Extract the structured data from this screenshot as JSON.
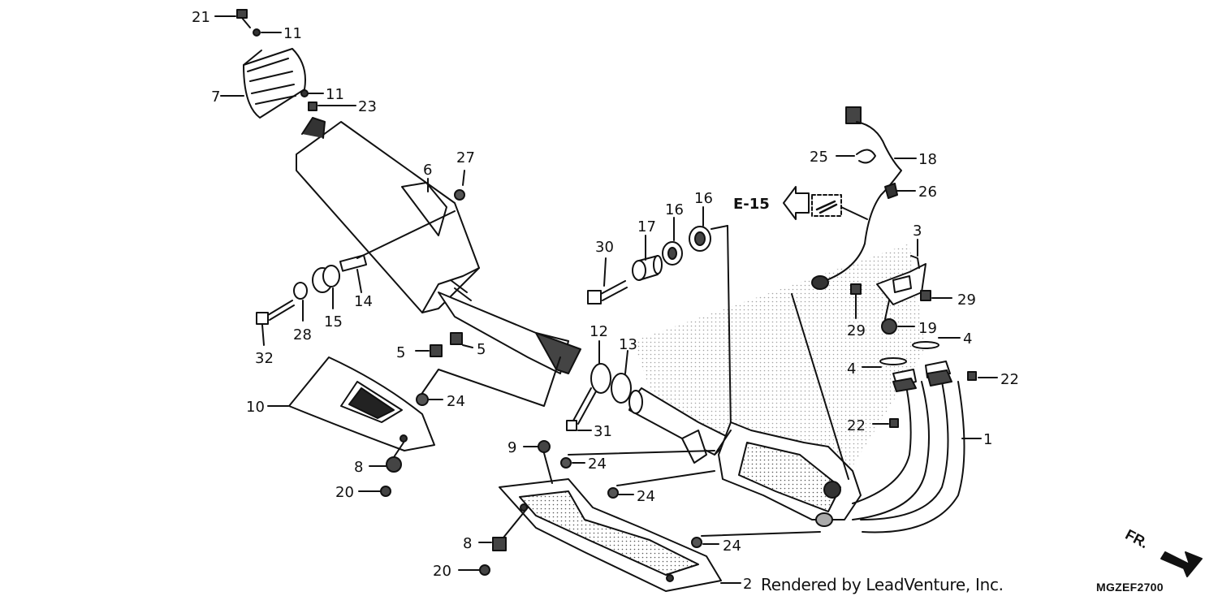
{
  "labels": {
    "l21": "21",
    "l11a": "11",
    "l7": "7",
    "l11b": "11",
    "l23": "23",
    "l27": "27",
    "l6": "6",
    "l14": "14",
    "l15": "15",
    "l28": "28",
    "l32": "32",
    "l5a": "5",
    "l5b": "5",
    "l24a": "24",
    "l10": "10",
    "l8a": "8",
    "l20a": "20",
    "l30": "30",
    "l17": "17",
    "l16a": "16",
    "l16b": "16",
    "l12": "12",
    "l13": "13",
    "l31": "31",
    "l9": "9",
    "l24b": "24",
    "l24c": "24",
    "l8b": "8",
    "l20b": "20",
    "l24d": "24",
    "l2": "2",
    "l25": "25",
    "l18": "18",
    "l26": "26",
    "l3": "3",
    "l29a": "29",
    "l29b": "29",
    "l19": "19",
    "l4a": "4",
    "l4b": "4",
    "l22a": "22",
    "l22b": "22",
    "l1": "1"
  },
  "reference": "E-15",
  "direction": "FR.",
  "credit": "Rendered by LeadVenture, Inc.",
  "diagram_code": "MGZEF2700"
}
